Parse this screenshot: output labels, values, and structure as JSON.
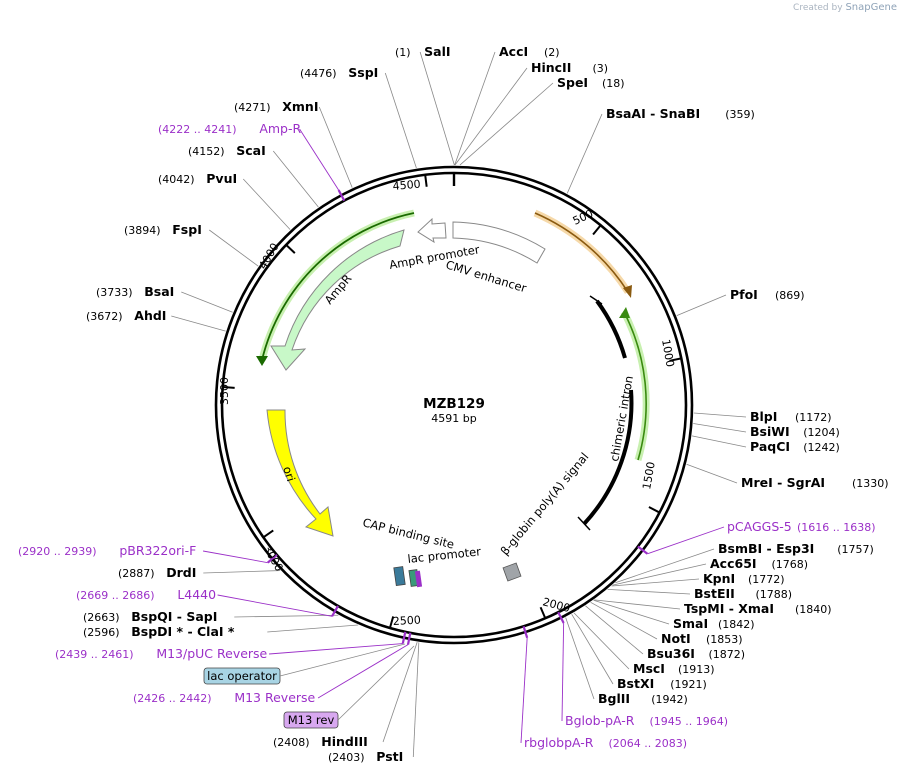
{
  "credit": {
    "prefix": "Created by",
    "brand": "SnapGene"
  },
  "plasmid": {
    "name": "MZB129",
    "size_label": "4591 bp",
    "length": 4591
  },
  "colors": {
    "site": "#000000",
    "primer": "#9b30c8",
    "feature_outline": "#888888",
    "ori": "#ffff00",
    "ampr": "#c8f8c8",
    "cmv": "#ffffff",
    "intron": "#000000",
    "enh_orange": "#f0a030",
    "arrow_green": "#40a020"
  },
  "ticks": [
    {
      "label": "500",
      "bp": 500
    },
    {
      "label": "1000",
      "bp": 1000
    },
    {
      "label": "1500",
      "bp": 1500
    },
    {
      "label": "2000",
      "bp": 2000
    },
    {
      "label": "2500",
      "bp": 2500
    },
    {
      "label": "3000",
      "bp": 3000
    },
    {
      "label": "3500",
      "bp": 3500
    },
    {
      "label": "4000",
      "bp": 4000
    },
    {
      "label": "4500",
      "bp": 4500
    }
  ],
  "features": [
    {
      "name": "AmpR promoter",
      "label": "AmpR promoter"
    },
    {
      "name": "CMV enhancer",
      "label": "CMV enhancer"
    },
    {
      "name": "AmpR",
      "label": "AmpR"
    },
    {
      "name": "ori",
      "label": "ori"
    },
    {
      "name": "chimeric intron",
      "label": "chimeric intron"
    },
    {
      "name": "b-globin polyA",
      "label": "β-globin poly(A) signal"
    },
    {
      "name": "CAP binding site",
      "label": "CAP binding site"
    },
    {
      "name": "lac promoter",
      "label": "lac promoter"
    }
  ],
  "sites": [
    {
      "pos": "(1)",
      "name": "SalI",
      "bp": 1
    },
    {
      "pos": "(2)",
      "name": "AccI",
      "bp": 2
    },
    {
      "pos": "(3)",
      "name": "HincII",
      "bp": 3
    },
    {
      "pos": "(18)",
      "name": "SpeI",
      "bp": 18
    },
    {
      "pos": "(359)",
      "name": "BsaAI - SnaBI",
      "bp": 359
    },
    {
      "pos": "(869)",
      "name": "PfoI",
      "bp": 869
    },
    {
      "pos": "(1172)",
      "name": "BlpI",
      "bp": 1172
    },
    {
      "pos": "(1204)",
      "name": "BsiWI",
      "bp": 1204
    },
    {
      "pos": "(1242)",
      "name": "PaqCI",
      "bp": 1242
    },
    {
      "pos": "(1330)",
      "name": "MreI - SgrAI",
      "bp": 1330
    },
    {
      "pos": "(1757)",
      "name": "BsmBI - Esp3I",
      "bp": 1757
    },
    {
      "pos": "(1768)",
      "name": "Acc65I",
      "bp": 1768
    },
    {
      "pos": "(1772)",
      "name": "KpnI",
      "bp": 1772
    },
    {
      "pos": "(1788)",
      "name": "BstEII",
      "bp": 1788
    },
    {
      "pos": "(1840)",
      "name": "TspMI - XmaI",
      "bp": 1840
    },
    {
      "pos": "(1842)",
      "name": "SmaI",
      "bp": 1842
    },
    {
      "pos": "(1853)",
      "name": "NotI",
      "bp": 1853
    },
    {
      "pos": "(1872)",
      "name": "Bsu36I",
      "bp": 1872
    },
    {
      "pos": "(1913)",
      "name": "MscI",
      "bp": 1913
    },
    {
      "pos": "(1921)",
      "name": "BstXI",
      "bp": 1921
    },
    {
      "pos": "(1942)",
      "name": "BglII",
      "bp": 1942
    },
    {
      "pos": "(2403)",
      "name": "PstI",
      "bp": 2403
    },
    {
      "pos": "(2408)",
      "name": "HindIII",
      "bp": 2408
    },
    {
      "pos": "(2596)",
      "name": "BspDI * - ClaI *",
      "bp": 2596
    },
    {
      "pos": "(2663)",
      "name": "BspQI - SapI",
      "bp": 2663
    },
    {
      "pos": "(2887)",
      "name": "DrdI",
      "bp": 2887
    },
    {
      "pos": "(3672)",
      "name": "AhdI",
      "bp": 3672
    },
    {
      "pos": "(3733)",
      "name": "BsaI",
      "bp": 3733
    },
    {
      "pos": "(3894)",
      "name": "FspI",
      "bp": 3894
    },
    {
      "pos": "(4042)",
      "name": "PvuI",
      "bp": 4042
    },
    {
      "pos": "(4152)",
      "name": "ScaI",
      "bp": 4152
    },
    {
      "pos": "(4271)",
      "name": "XmnI",
      "bp": 4271
    },
    {
      "pos": "(4476)",
      "name": "SspI",
      "bp": 4476
    }
  ],
  "primers": [
    {
      "name": "pCAGGS-5",
      "range": "(1616 .. 1638)",
      "bp": 1627
    },
    {
      "name": "Bglob-pA-R",
      "range": "(1945 .. 1964)",
      "bp": 1955
    },
    {
      "name": "rbglobpA-R",
      "range": "(2064 .. 2083)",
      "bp": 2073
    },
    {
      "name": "M13 Reverse",
      "range": "(2426 .. 2442)",
      "bp": 2434
    },
    {
      "name": "M13/pUC Reverse",
      "range": "(2439 .. 2461)",
      "bp": 2450
    },
    {
      "name": "L4440",
      "range": "(2669 .. 2686)",
      "bp": 2678
    },
    {
      "name": "pBR322ori-F",
      "range": "(2920 .. 2939)",
      "bp": 2930
    },
    {
      "name": "Amp-R",
      "range": "(4222 .. 4241)",
      "bp": 4231
    }
  ],
  "boxes": [
    {
      "name": "lac operator",
      "label": "lac operator"
    },
    {
      "name": "M13 rev",
      "label": "M13 rev"
    }
  ]
}
